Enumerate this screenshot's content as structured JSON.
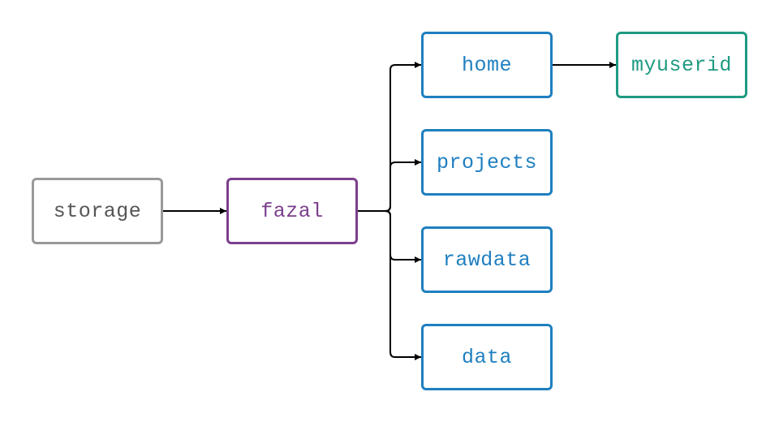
{
  "diagram": {
    "type": "directory-tree",
    "nodes": [
      {
        "id": "storage",
        "label": "storage",
        "color": "#999999",
        "text_color": "#555555"
      },
      {
        "id": "fazal",
        "label": "fazal",
        "color": "#7b3f8c",
        "text_color": "#7b3f8c"
      },
      {
        "id": "home",
        "label": "home",
        "color": "#1f7fc0",
        "text_color": "#1f7fc0"
      },
      {
        "id": "projects",
        "label": "projects",
        "color": "#1f7fc0",
        "text_color": "#1f7fc0"
      },
      {
        "id": "rawdata",
        "label": "rawdata",
        "color": "#1f7fc0",
        "text_color": "#1f7fc0"
      },
      {
        "id": "data",
        "label": "data",
        "color": "#1f7fc0",
        "text_color": "#1f7fc0"
      },
      {
        "id": "myuserid",
        "label": "myuserid",
        "color": "#1f9a82",
        "text_color": "#1f9a82"
      }
    ],
    "edges": [
      {
        "from": "storage",
        "to": "fazal"
      },
      {
        "from": "fazal",
        "to": "home"
      },
      {
        "from": "fazal",
        "to": "projects"
      },
      {
        "from": "fazal",
        "to": "rawdata"
      },
      {
        "from": "fazal",
        "to": "data"
      },
      {
        "from": "home",
        "to": "myuserid"
      }
    ],
    "edge_color": "#000000"
  }
}
